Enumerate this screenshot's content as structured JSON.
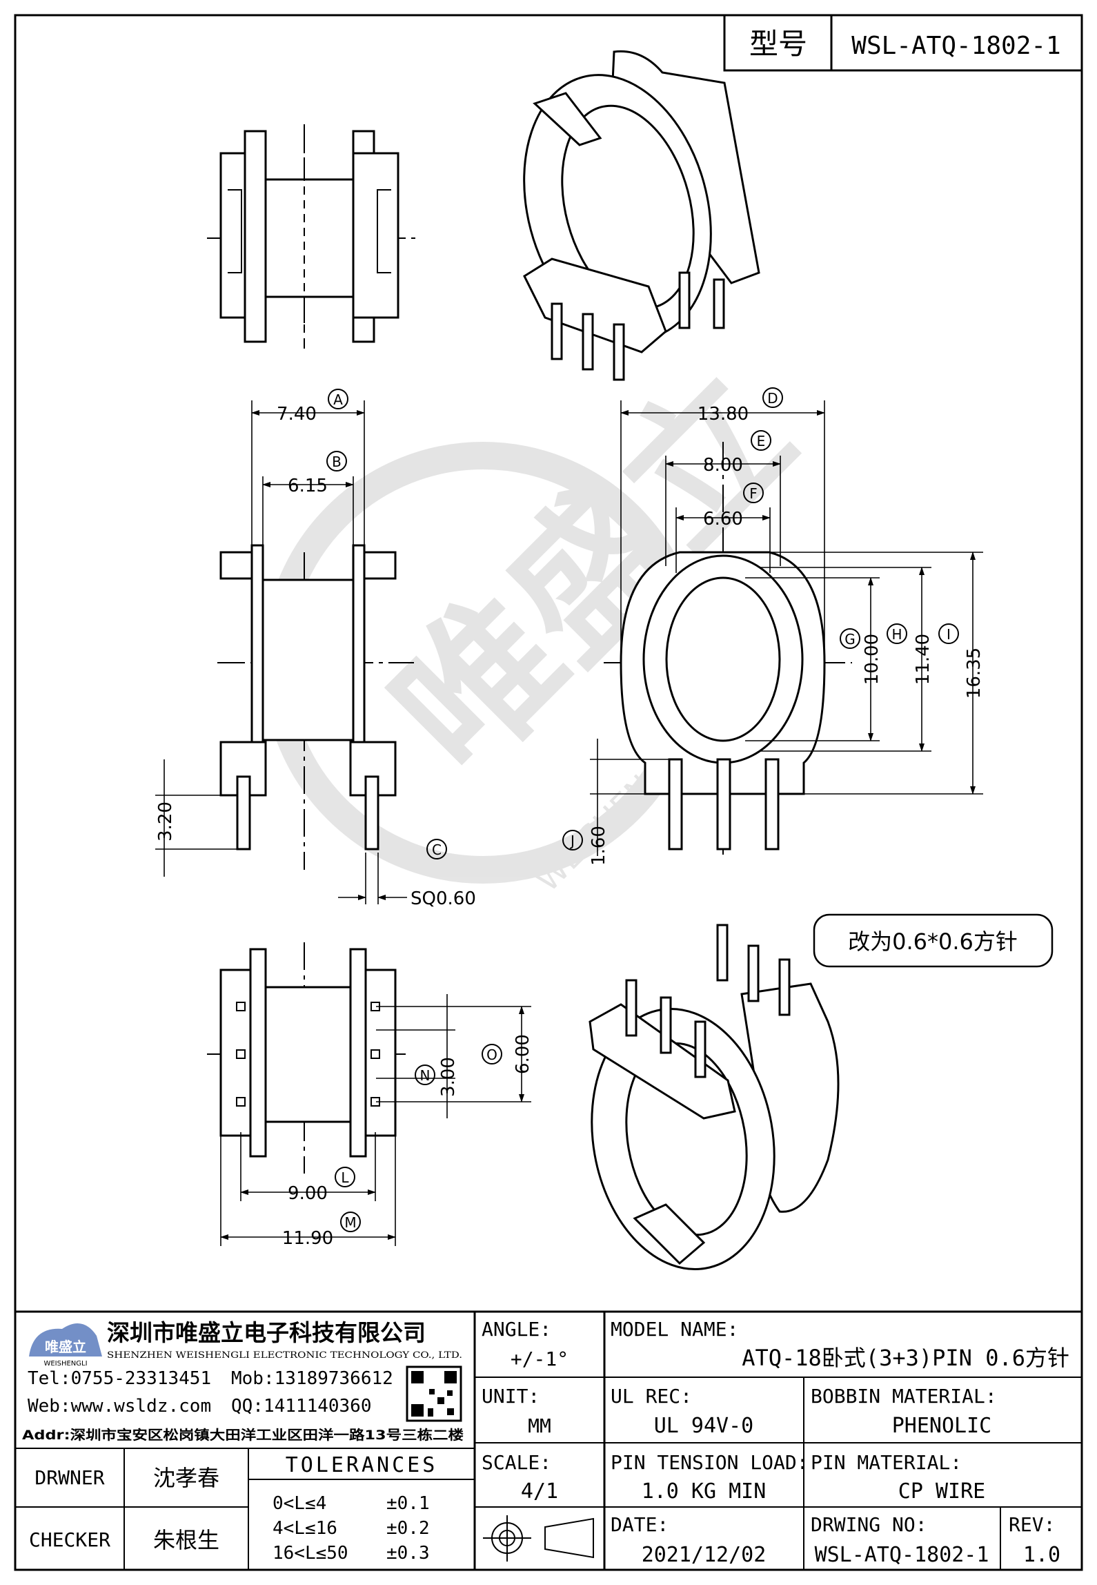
{
  "header": {
    "model_label": "型号",
    "model_no": "WSL-ATQ-1802-1"
  },
  "dimensions": {
    "A": {
      "tag": "A",
      "value": "7.40"
    },
    "B": {
      "tag": "B",
      "value": "6.15"
    },
    "C": {
      "tag": "C",
      "value": "SQ0.60"
    },
    "D": {
      "tag": "D",
      "value": "13.80"
    },
    "E": {
      "tag": "E",
      "value": "8.00"
    },
    "F": {
      "tag": "F",
      "value": "6.60"
    },
    "G": {
      "tag": "G",
      "value": "10.00"
    },
    "H": {
      "tag": "H",
      "value": "11.40"
    },
    "I": {
      "tag": "I",
      "value": "16.35"
    },
    "J": {
      "tag": "J",
      "value": "1.60"
    },
    "K": {
      "value": "3.20"
    },
    "L": {
      "tag": "L",
      "value": "9.00"
    },
    "M": {
      "tag": "M",
      "value": "11.90"
    },
    "N": {
      "tag": "N",
      "value": "3.00"
    },
    "O": {
      "tag": "O",
      "value": "6.00"
    }
  },
  "note": "改为0.6*0.6方针",
  "watermark": {
    "cn": "唯盛立",
    "en": "WEISHENGLI"
  },
  "company": {
    "logo_text": "唯盛立",
    "logo_sub": "WEISHENGLI",
    "name_cn": "深圳市唯盛立电子科技有限公司",
    "name_en": "SHENZHEN WEISHENGLI ELECTRONIC TECHNOLOGY CO., LTD.",
    "tel": "Tel:0755-23313451",
    "mob": "Mob:13189736612",
    "web": "Web:www.wsldz.com",
    "qq": "QQ:1411140360",
    "addr": "Addr:深圳市宝安区松岗镇大田洋工业区田洋一路13号三栋二楼"
  },
  "title_block": {
    "angle_label": "ANGLE:",
    "angle_value": "+/-1°",
    "model_name_label": "MODEL NAME:",
    "model_name_value": "ATQ-18卧式(3+3)PIN 0.6方针",
    "unit_label": "UNIT:",
    "unit_value": "MM",
    "ul_rec_label": "UL REC:",
    "ul_rec_value": "UL 94V-0",
    "bobbin_material_label": "BOBBIN MATERIAL:",
    "bobbin_material_value": "PHENOLIC",
    "drawer_label": "DRWNER",
    "drawer_value": "沈孝春",
    "tolerances_label": "TOLERANCES",
    "scale_label": "SCALE:",
    "scale_value": "4/1",
    "pin_tension_label": "PIN TENSION LOAD:",
    "pin_tension_value": "1.0 KG MIN",
    "pin_material_label": "PIN MATERIAL:",
    "pin_material_value": "CP WIRE",
    "checker_label": "CHECKER",
    "checker_value": "朱根生",
    "tolerance_rows": [
      {
        "range": "0<L≤4",
        "value": "±0.1"
      },
      {
        "range": "4<L≤16",
        "value": "±0.2"
      },
      {
        "range": "16<L≤50",
        "value": "±0.3"
      }
    ],
    "date_label": "DATE:",
    "date_value": "2021/12/02",
    "drawing_no_label": "DRWING NO:",
    "drawing_no_value": "WSL-ATQ-1802-1",
    "rev_label": "REV:",
    "rev_value": "1.0"
  }
}
